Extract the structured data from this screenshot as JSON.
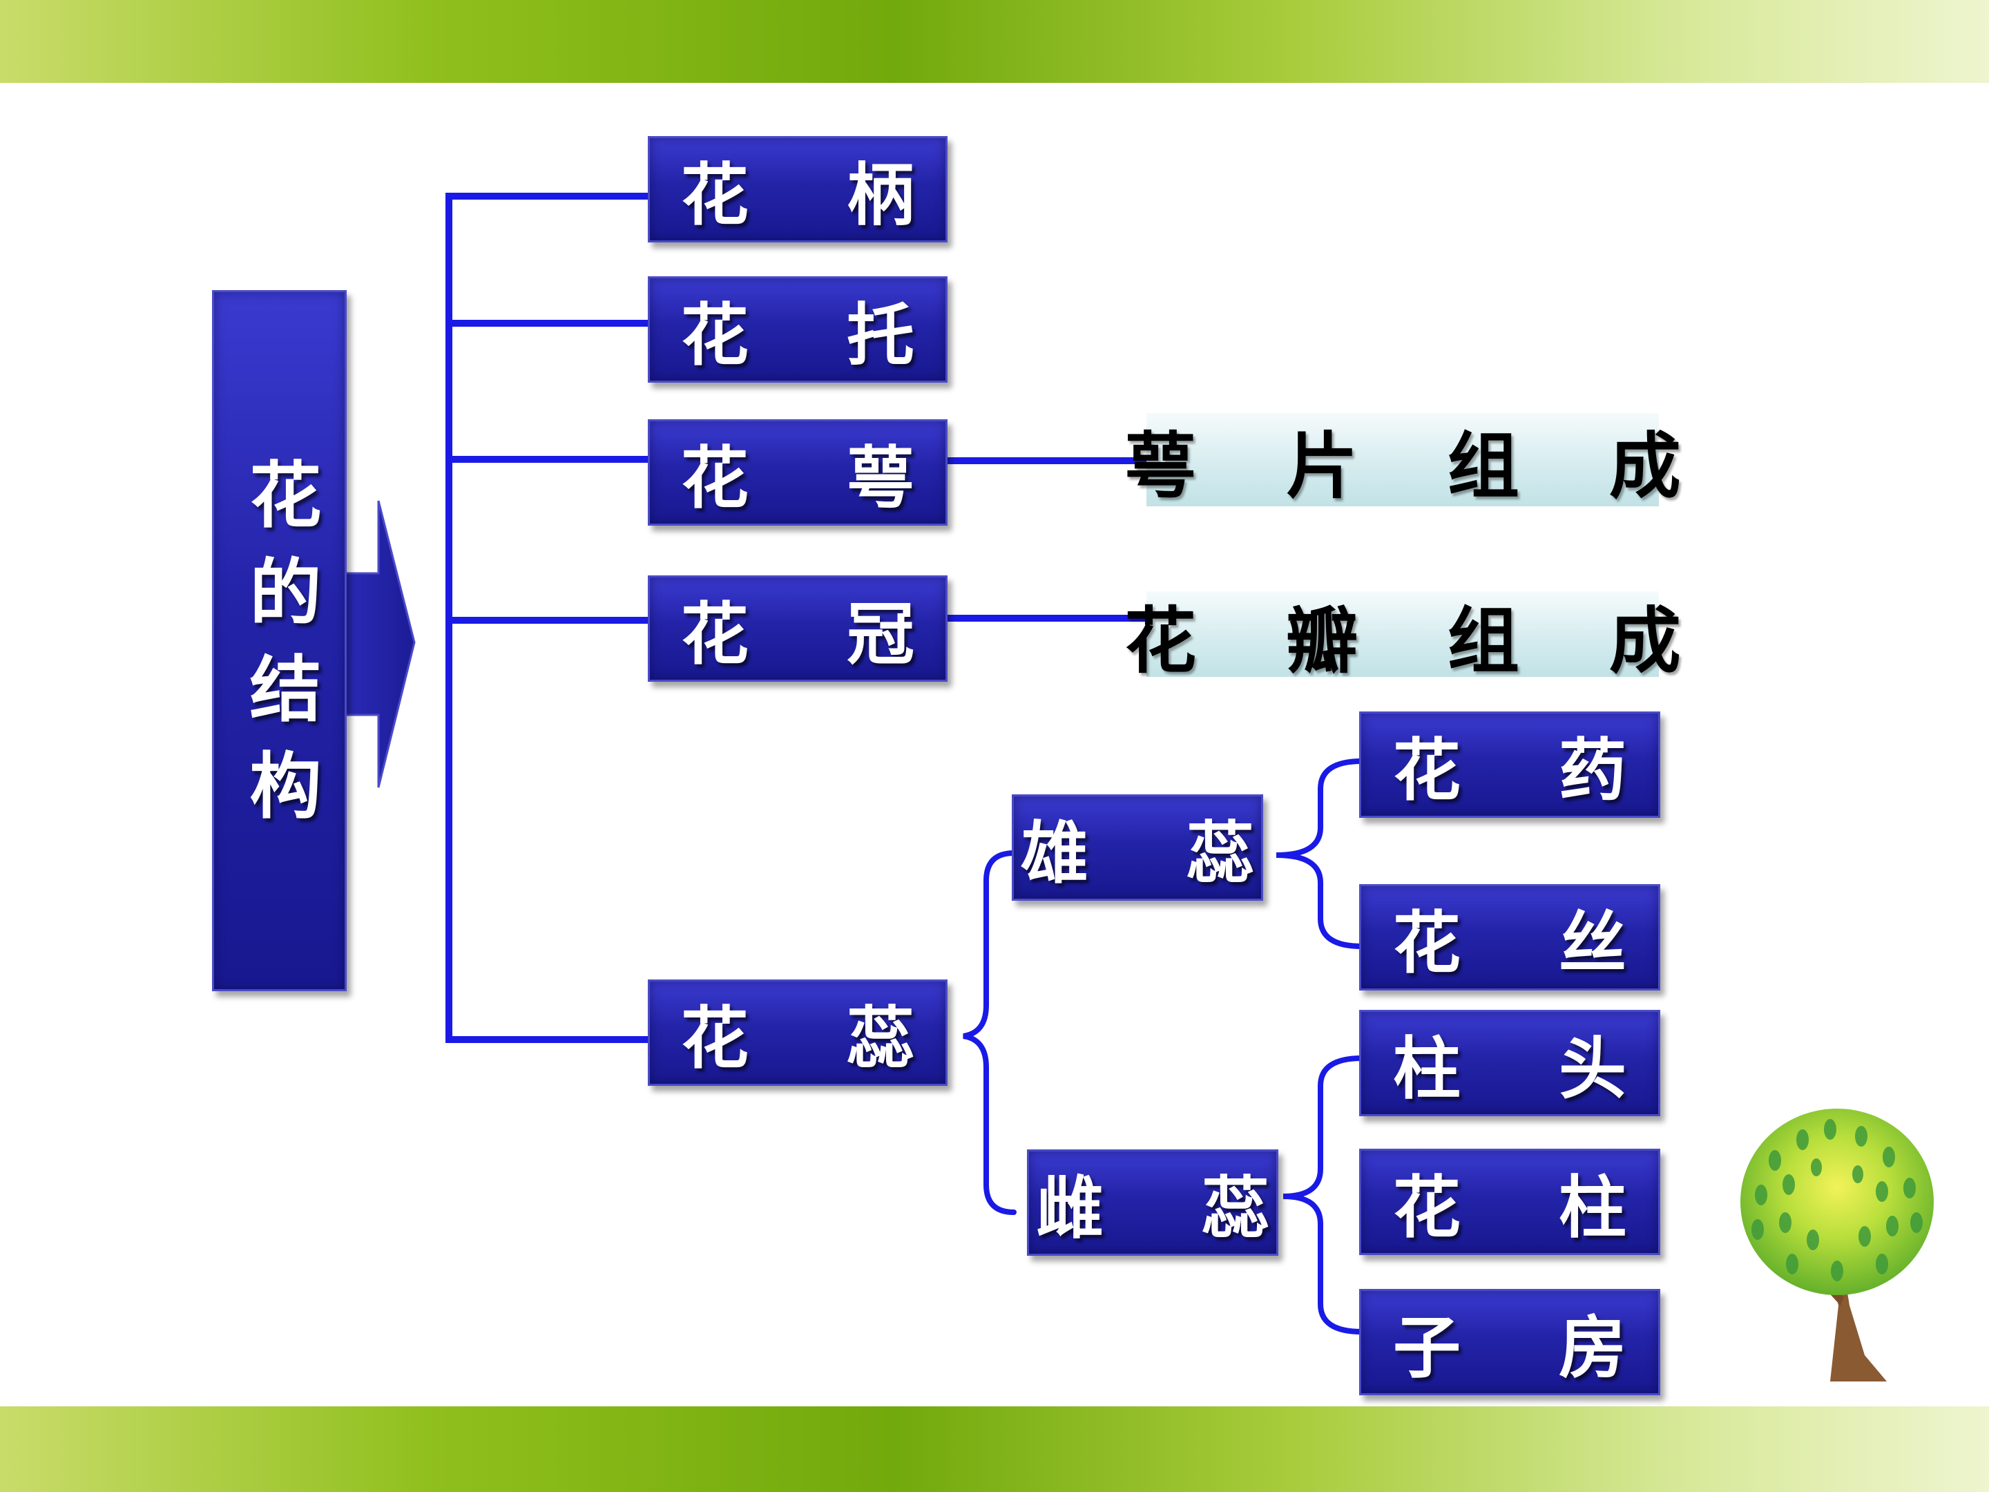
{
  "root": {
    "label": "花的结构"
  },
  "parts": [
    {
      "id": "stalk",
      "label": "花 柄"
    },
    {
      "id": "receptacle",
      "label": "花 托"
    },
    {
      "id": "calyx",
      "label": "花 萼",
      "description": "萼 片 组 成"
    },
    {
      "id": "corolla",
      "label": "花 冠",
      "description": "花 瓣 组 成"
    },
    {
      "id": "pistil-stamen",
      "label": "花 蕊"
    }
  ],
  "stamen": {
    "label": "雄 蕊",
    "children": [
      "花 药",
      "花 丝"
    ]
  },
  "pistil": {
    "label": "雌 蕊",
    "children": [
      "柱 头",
      "花 柱",
      "子 房"
    ]
  },
  "colors": {
    "node_fill": "#2323a8",
    "connector": "#1a1ae6",
    "band": "#72a90c",
    "desc_fill": "#d6ecef"
  }
}
